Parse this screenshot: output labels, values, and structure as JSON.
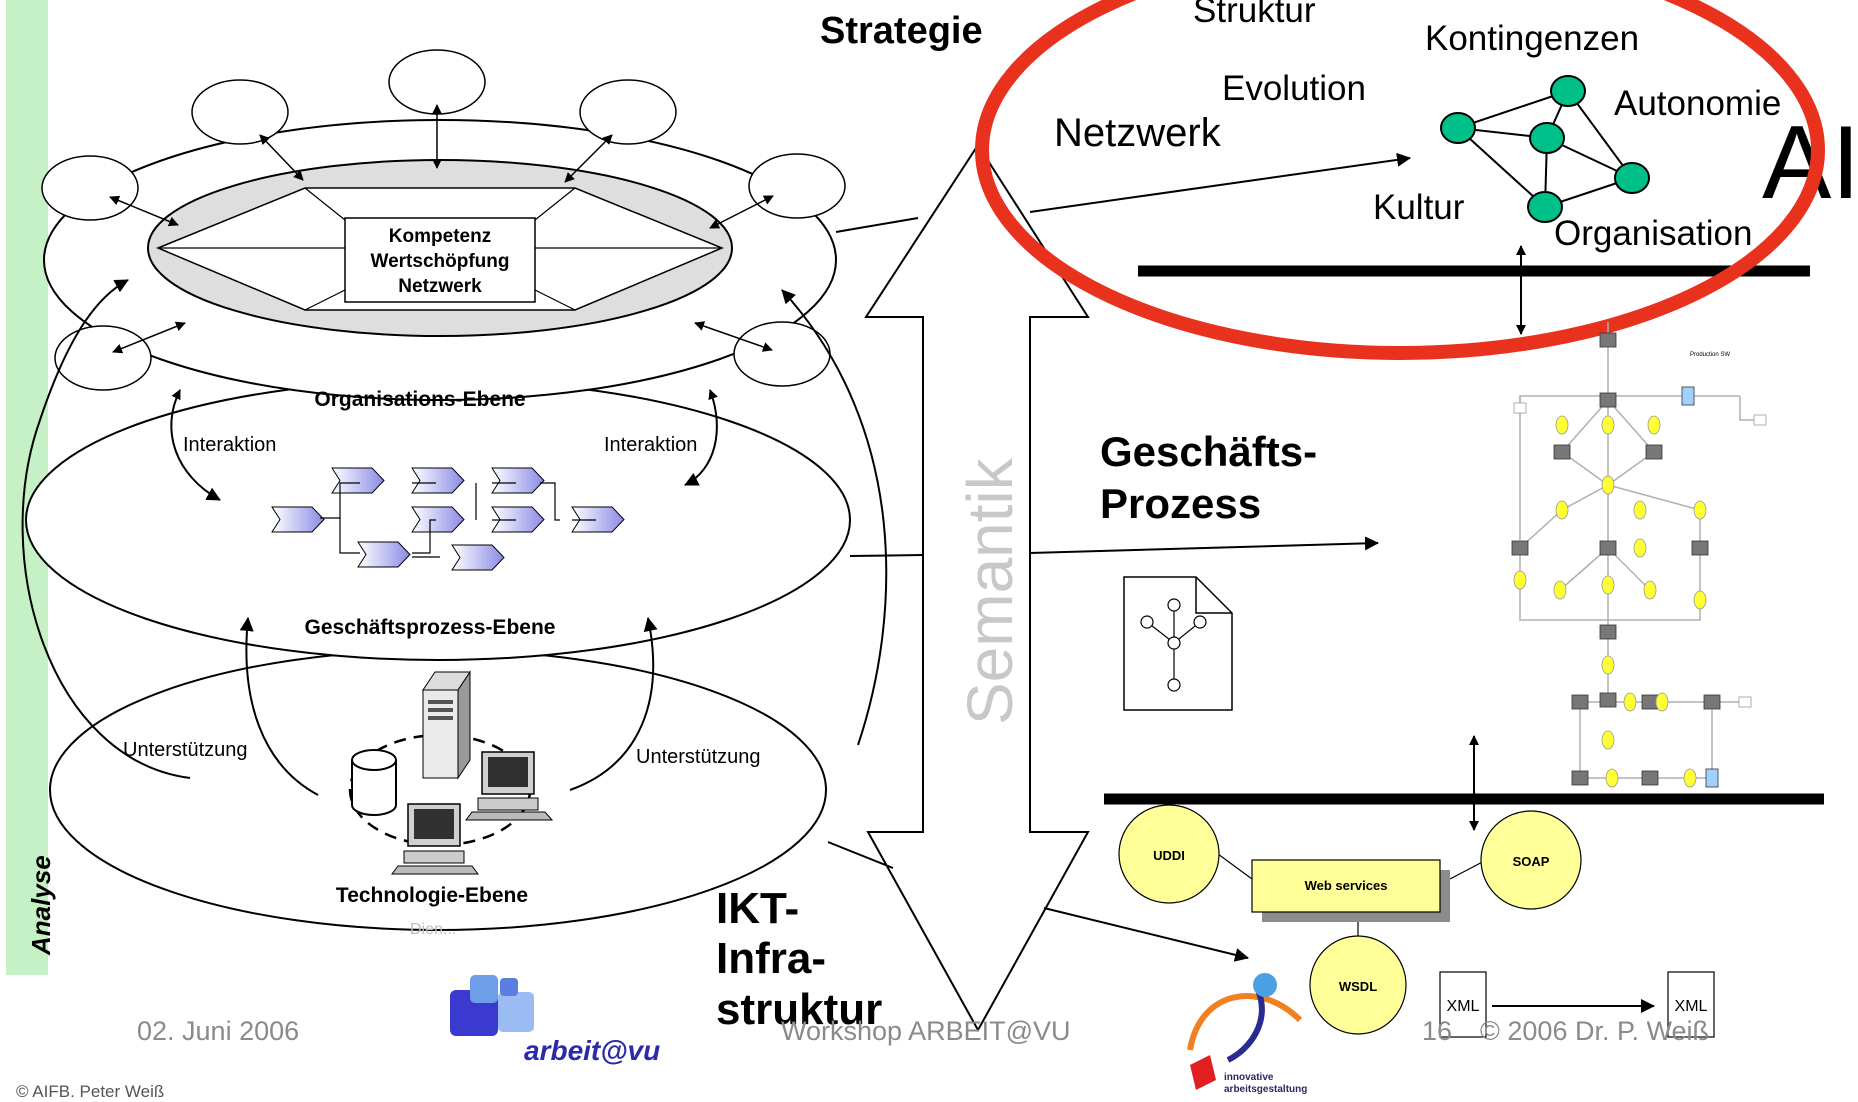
{
  "sidebar": {
    "label": "Analyse",
    "color": "#c6f0c6"
  },
  "left_diagram": {
    "core_lines": [
      "Kompetenz",
      "Wertschöpfung",
      "Netzwerk"
    ],
    "org_level": "Organisations-Ebene",
    "interaction_left": "Interaktion",
    "interaction_right": "Interaktion",
    "process_level": "Geschäftsprozess-Ebene",
    "support_left": "Unterstützung",
    "support_right": "Unterstützung",
    "tech_level": "Technologie-Ebene",
    "tech_partial": "Dien..."
  },
  "middle": {
    "strategy": "Strategie",
    "semantic": "Semantik",
    "ict_lines": [
      "IKT-",
      "Infra-",
      "struktur"
    ]
  },
  "strategy_cloud": {
    "terms": [
      "Struktur",
      "Kontingenzen",
      "Evolution",
      "Autonomie",
      "Netzwerk",
      "Kultur",
      "Organisation"
    ],
    "logo_fragment": "AIFB",
    "ring_color": "#e8321e",
    "node_color": "#00c08a"
  },
  "process": {
    "title_lines": [
      "Geschäfts-",
      "Prozess"
    ],
    "diagram_title": "Production SW"
  },
  "web_services": {
    "uddi": "UDDI",
    "soap": "SOAP",
    "wsdl": "WSDL",
    "center": "Web services",
    "xml_left": "XML",
    "xml_right": "XML",
    "bubble_color": "#ffff99"
  },
  "footer": {
    "date": "02. Juni 2006",
    "workshop": "Workshop ARBEIT@VU",
    "page": "16",
    "copyright": "© 2006 Dr. P. Weiß",
    "org_copyright": "© AIFB, Peter Weiß",
    "logo_text": "arbeit@vu",
    "logo2_lines": [
      "innovative",
      "arbeitsgestaltung"
    ]
  }
}
